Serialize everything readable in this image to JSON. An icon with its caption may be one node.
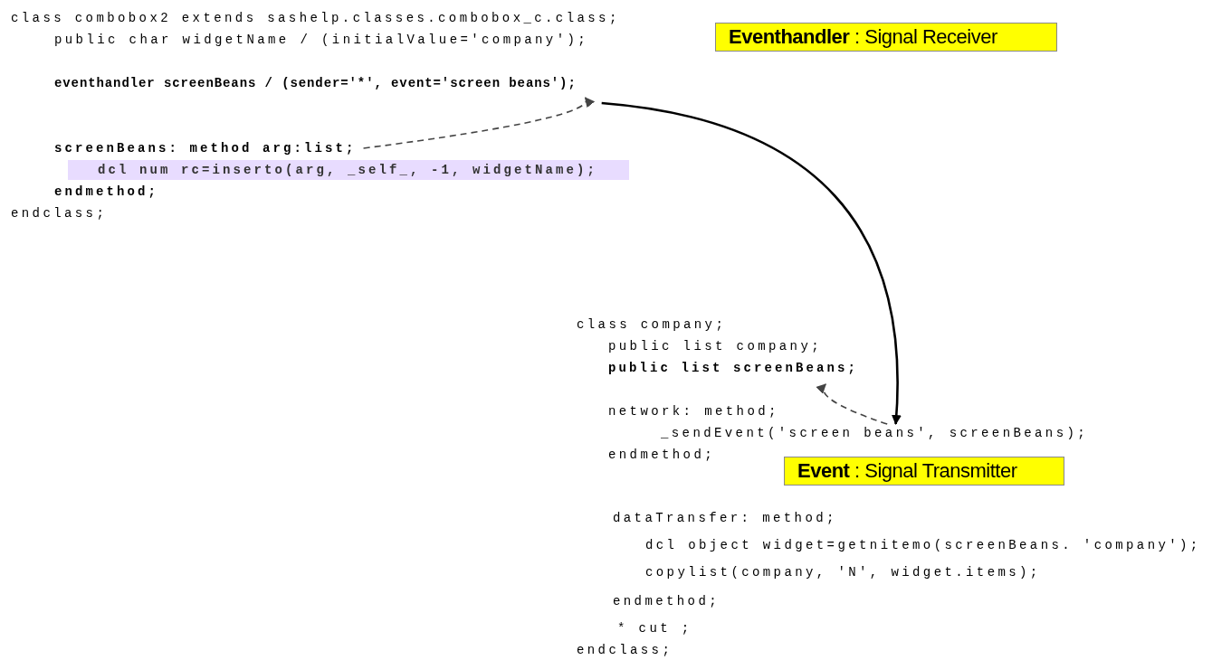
{
  "diagram": {
    "nodes": [
      {
        "text": [
          "**Eventhandler** : Signal Receiver"
        ]
      },
      {
        "text": [
          "eventhandler screenBeans / (sender='*', event='screen beans');"
        ]
      },
      {
        "text": [
          "screenBeans: method arg:list;"
        ]
      },
      {
        "text": [
          "dcl num rc=inserto(arg, _self_, -1, widgetName);"
        ]
      },
      {
        "text": [
          "public list screenBeans;"
        ]
      },
      {
        "text": [
          "_sendEvent('screen beans', screenBeans);"
        ]
      },
      {
        "text": [
          "**Event** : Signal Transmitter"
        ]
      }
    ],
    "edges": [
      {
        "from": 1,
        "to": 5,
        "arrow": "to"
      },
      {
        "from": 2,
        "to": 1,
        "arrow": "to",
        "style": "dashed",
        "color": "#444444"
      },
      {
        "from": 5,
        "to": 4,
        "arrow": "to",
        "style": "dashed",
        "color": "#444444"
      }
    ],
    "labels": [
      "class combobox2 extends sashelp.classes.combobox_c.class;",
      "public char widgetName / (initialValue='company');",
      "endmethod;",
      "endclass;",
      "class company;",
      "public list company;",
      "network: method;",
      "endmethod;",
      "dataTransfer: method;",
      "dcl object widget=getnitemo(screenBeans. 'company');",
      "copylist(company, 'N', widget.items);",
      "endmethod;",
      "* cut ;",
      "endclass;"
    ]
  }
}
